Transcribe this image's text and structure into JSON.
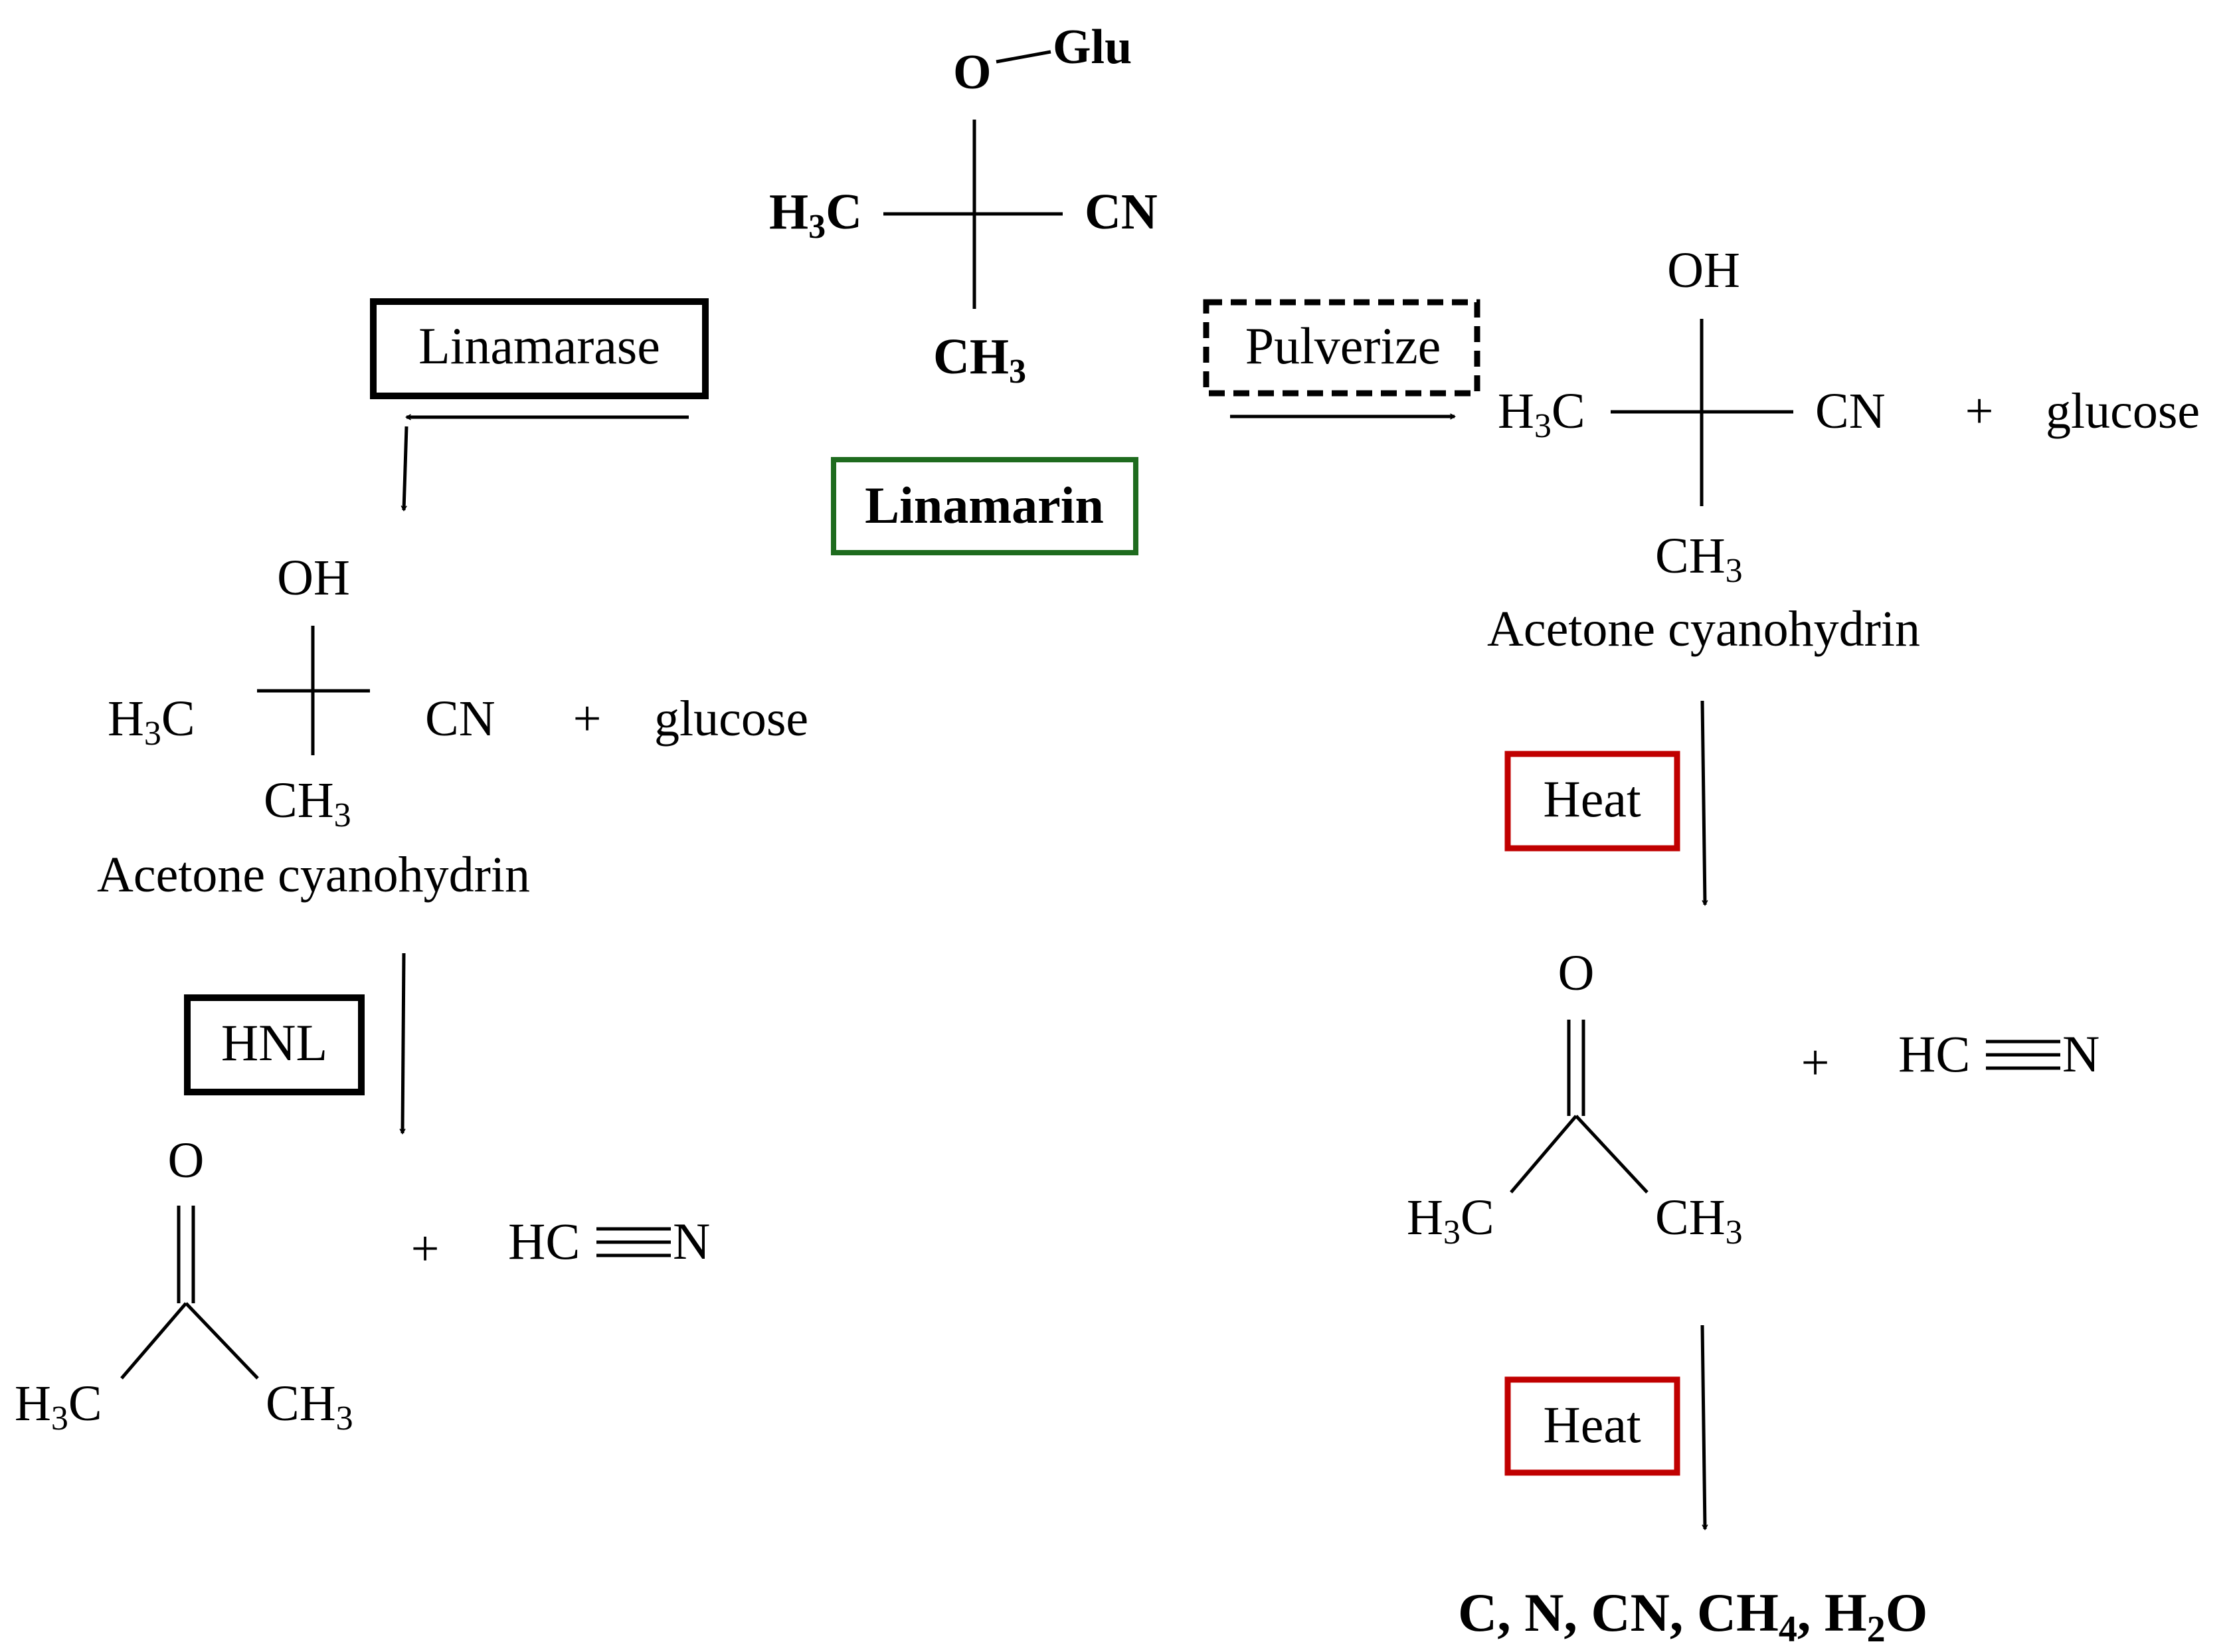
{
  "linamarin": {
    "o": "O",
    "glu": "Glu",
    "h3c_h": "H",
    "h3c_sub": "3",
    "h3c_c": "C",
    "cn": "CN",
    "ch3_ch": "CH",
    "ch3_sub": "3",
    "label": "Linamarin",
    "label_color": "#1e6b1e"
  },
  "enzymes": {
    "linamarase": "Linamarase",
    "hnl": "HNL",
    "pulverize": "Pulverize",
    "heat1": "Heat",
    "heat2": "Heat",
    "heat_color": "#c00000"
  },
  "left": {
    "oh": "OH",
    "h3c_h": "H",
    "h3c_sub": "3",
    "h3c_c": "C",
    "cn": "CN",
    "plus": "+",
    "glucose": "glucose",
    "ch3_ch": "CH",
    "ch3_sub": "3",
    "name": "Acetone cyanohydrin",
    "acetone_o": "O",
    "acetone_h3c_h": "H",
    "acetone_h3c_sub": "3",
    "acetone_h3c_c": "C",
    "acetone_ch3_ch": "CH",
    "acetone_ch3_sub": "3",
    "plus2": "+",
    "hcn_hc": "HC",
    "hcn_n": "N"
  },
  "right": {
    "oh": "OH",
    "h3c_h": "H",
    "h3c_sub": "3",
    "h3c_c": "C",
    "cn": "CN",
    "plus": "+",
    "glucose": "glucose",
    "ch3_ch": "CH",
    "ch3_sub": "3",
    "name": "Acetone cyanohydrin",
    "acetone_o": "O",
    "acetone_h3c_h": "H",
    "acetone_h3c_sub": "3",
    "acetone_h3c_c": "C",
    "acetone_ch3_ch": "CH",
    "acetone_ch3_sub": "3",
    "plus2": "+",
    "hcn_hc": "HC",
    "hcn_n": "N"
  },
  "products": {
    "p1": "C, N, CN, CH",
    "p1_sub": "4",
    "p2": ", H",
    "p2_sub": "2",
    "p3": "O"
  }
}
